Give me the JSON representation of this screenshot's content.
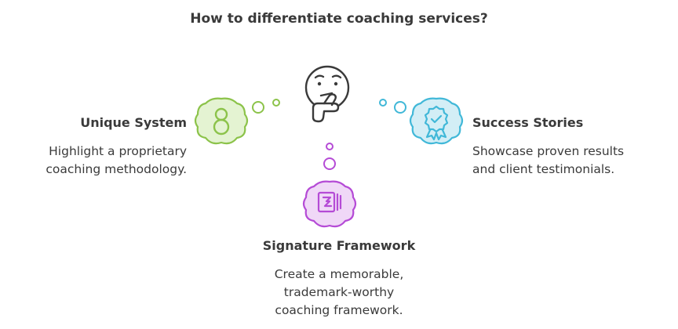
{
  "title": "How to differentiate coaching services?",
  "nodes": [
    {
      "heading": "Unique System",
      "description": [
        "Highlight a proprietary",
        "coaching methodology."
      ],
      "icon": "infinity-eight-icon",
      "color": "#8cc34a"
    },
    {
      "heading": "Success Stories",
      "description": [
        "Showcase proven results",
        "and client testimonials."
      ],
      "icon": "award-badge-icon",
      "color": "#41b8d8"
    },
    {
      "heading": "Signature Framework",
      "description": [
        "Create a memorable,",
        "trademark-worthy",
        "coaching framework."
      ],
      "icon": "framework-document-icon",
      "color": "#b54bd6"
    }
  ],
  "center_icon": "thinking-face-icon"
}
